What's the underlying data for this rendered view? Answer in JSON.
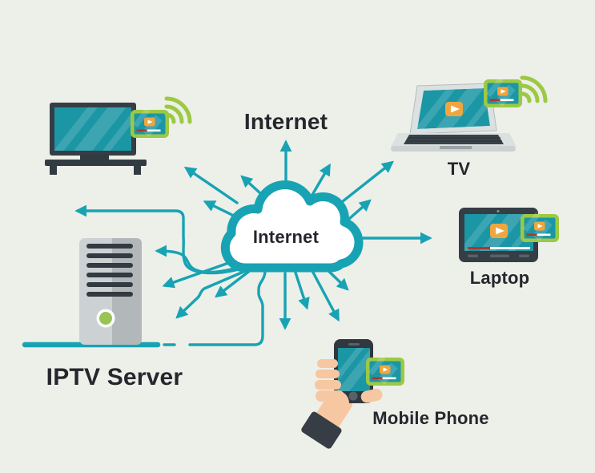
{
  "diagram": {
    "type": "iptv-network",
    "top_label": "Internet",
    "cloud": {
      "label": "Internet",
      "icon": "cloud-icon"
    },
    "nodes": [
      {
        "id": "tv",
        "label": "",
        "icon": "television-icon",
        "extras": [
          "wifi-icon",
          "mini-screen-icon"
        ]
      },
      {
        "id": "laptop",
        "label": "TV",
        "icon": "laptop-icon",
        "extras": [
          "wifi-icon",
          "mini-screen-icon"
        ]
      },
      {
        "id": "tablet",
        "label": "Laptop",
        "icon": "tablet-icon",
        "extras": [
          "mini-screen-icon"
        ]
      },
      {
        "id": "phone",
        "label": "Mobile Phone",
        "icon": "smartphone-hand-icon",
        "extras": [
          "mini-screen-icon"
        ]
      },
      {
        "id": "server",
        "label": "IPTV Server",
        "icon": "server-tower-icon",
        "extras": []
      }
    ]
  },
  "colors": {
    "background": "#edefe9",
    "accent_teal": "#17a3b3",
    "screen_teal": "#1b96a5",
    "lime_green": "#9cc943",
    "orange": "#efa63e",
    "red_progress": "#a93a2c",
    "dark_text": "#26262d",
    "dark_frame": "#353d45",
    "slat": "#333b42",
    "server_light": "#ccd2d3",
    "server_dark": "#b2b8ba",
    "button_green": "#99c355",
    "laptop_gray": "#dbe0e0",
    "keyboard_dark": "#3a424a",
    "skin": "#f6c7a1",
    "cuff": "#363d44"
  }
}
